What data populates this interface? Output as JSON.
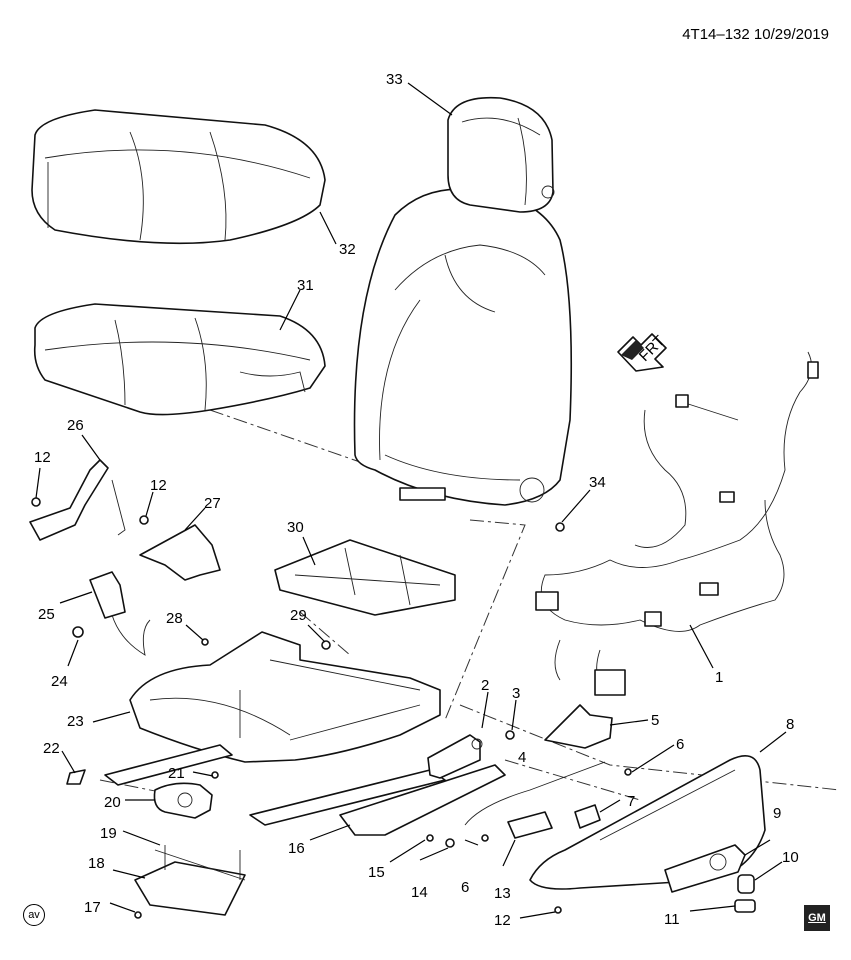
{
  "header": {
    "ref": "4T14–132 10/29/2019"
  },
  "badges": {
    "av": "av",
    "gm": "GM"
  },
  "direction_arrow": {
    "label": "FRT"
  },
  "callouts": {
    "c1": "1",
    "c2": "2",
    "c3": "3",
    "c4": "4",
    "c5": "5",
    "c6a": "6",
    "c6b": "6",
    "c7": "7",
    "c8": "8",
    "c9": "9",
    "c10": "10",
    "c11": "11",
    "c12a": "12",
    "c12b": "12",
    "c12c": "12",
    "c13": "13",
    "c14": "14",
    "c15": "15",
    "c16": "16",
    "c17": "17",
    "c18": "18",
    "c19": "19",
    "c20": "20",
    "c21": "21",
    "c22": "22",
    "c23": "23",
    "c24": "24",
    "c25": "25",
    "c26": "26",
    "c27": "27",
    "c28": "28",
    "c29": "29",
    "c30": "30",
    "c31": "31",
    "c32": "32",
    "c33": "33",
    "c34": "34"
  }
}
